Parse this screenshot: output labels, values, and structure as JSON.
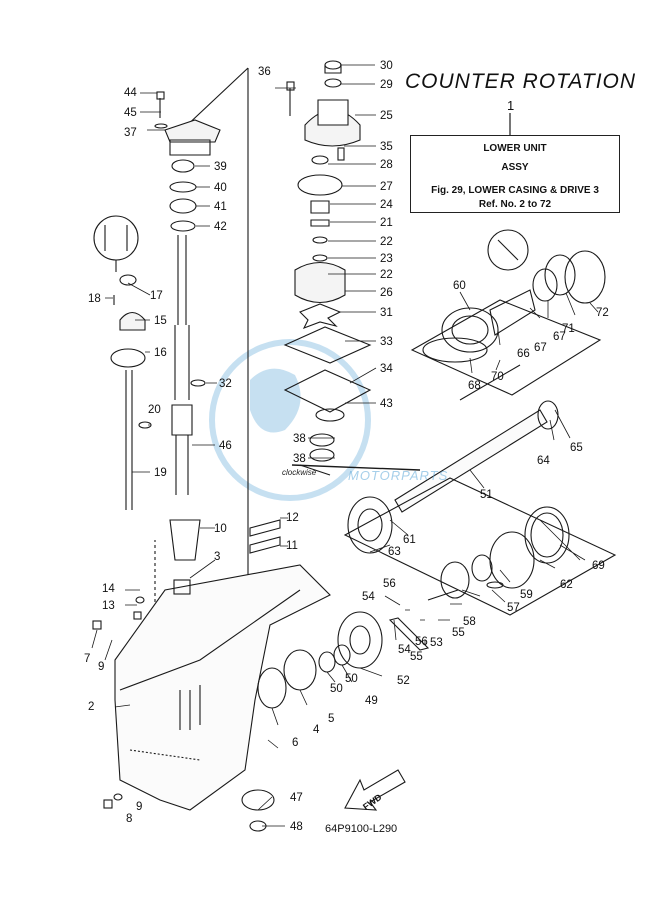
{
  "header": {
    "title": "COUNTER  ROTATION",
    "ref_number": "1"
  },
  "infobox": {
    "line1": "LOWER UNIT",
    "line2": "ASSY",
    "line3": "Fig. 29, LOWER CASING & DRIVE 3",
    "line4": "Ref. No. 2 to 72"
  },
  "drawing_code": "64P9100-L290",
  "fwd_label": "FWD",
  "watermark": "MOTORPARTS",
  "clockwise_label": "clockwise",
  "part_numbers": [
    "30",
    "29",
    "36",
    "25",
    "35",
    "28",
    "27",
    "24",
    "21",
    "22",
    "23",
    "22",
    "26",
    "31",
    "33",
    "34",
    "43",
    "38",
    "38",
    "44",
    "45",
    "37",
    "39",
    "40",
    "41",
    "42",
    "17",
    "18",
    "15",
    "16",
    "32",
    "20",
    "46",
    "19",
    "10",
    "12",
    "11",
    "3",
    "14",
    "13",
    "7",
    "9",
    "2",
    "4",
    "5",
    "6",
    "9",
    "8",
    "47",
    "48",
    "50",
    "50",
    "49",
    "52",
    "54",
    "56",
    "56",
    "54",
    "55",
    "53",
    "55",
    "58",
    "57",
    "59",
    "62",
    "60",
    "66",
    "67",
    "67",
    "71",
    "72",
    "68",
    "70",
    "64",
    "65",
    "51",
    "61",
    "63",
    "69"
  ],
  "colors": {
    "line": "#1a1a1a",
    "watermark": "#5fa9d9"
  }
}
